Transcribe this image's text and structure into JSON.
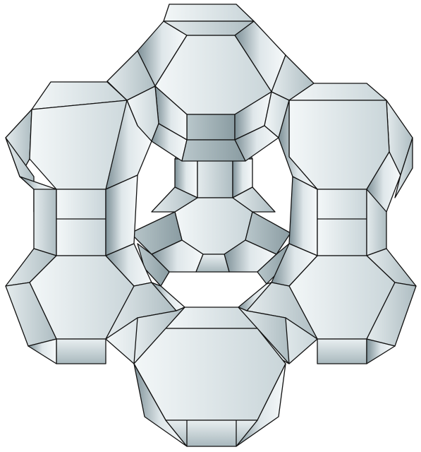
{
  "figure": {
    "palette": {
      "face_light": "#e6edef",
      "face_mid": "#cfdadd",
      "face_dark": "#9fb0b6",
      "edge": "#111111",
      "background": "#ffffff"
    },
    "cages": [
      {
        "id": "cage-top",
        "kind": "truncated-octahedron"
      },
      {
        "id": "cage-left-upper",
        "kind": "truncated-octahedron"
      },
      {
        "id": "cage-right-upper",
        "kind": "truncated-octahedron"
      },
      {
        "id": "cage-left-lower",
        "kind": "truncated-octahedron"
      },
      {
        "id": "cage-right-lower",
        "kind": "truncated-octahedron"
      },
      {
        "id": "cage-bottom",
        "kind": "truncated-octahedron"
      },
      {
        "id": "cage-back",
        "kind": "truncated-octahedron"
      }
    ],
    "prisms": [
      {
        "id": "prism-left-vertical"
      },
      {
        "id": "prism-right-vertical"
      },
      {
        "id": "prism-top-left"
      },
      {
        "id": "prism-top-right"
      },
      {
        "id": "prism-center-upper"
      },
      {
        "id": "prism-lower-left"
      },
      {
        "id": "prism-lower-right"
      }
    ]
  }
}
